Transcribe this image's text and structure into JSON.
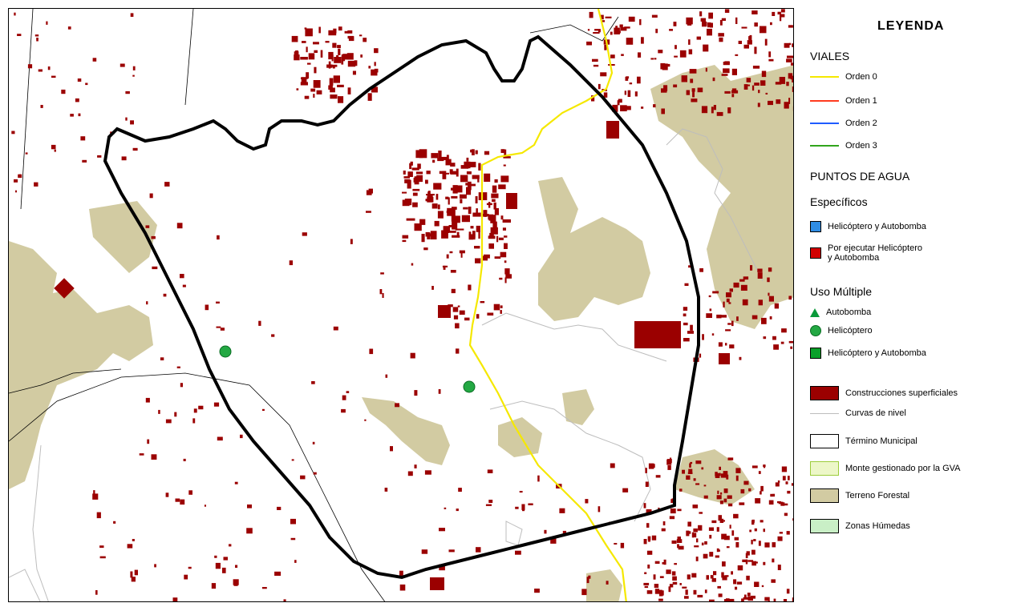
{
  "legend": {
    "title": "LEYENDA",
    "viales_heading": "VIALES",
    "viales": [
      {
        "label": "Orden 0",
        "color": "#f5e800"
      },
      {
        "label": "Orden 1",
        "color": "#ff3b1f"
      },
      {
        "label": "Orden 2",
        "color": "#1f5cff"
      },
      {
        "label": "Orden 3",
        "color": "#31a51c"
      }
    ],
    "puntos_heading": "PUNTOS DE AGUA",
    "especificos_heading": "Específicos",
    "especificos": [
      {
        "label": "Helicóptero y Autobomba",
        "color": "#2f8de4"
      },
      {
        "label": "Por ejecutar Helicóptero",
        "label2": "y Autobomba",
        "color": "#d20000"
      }
    ],
    "uso_heading": "Uso Múltiple",
    "uso": [
      {
        "label": "Autobomba",
        "icon": "triangle-icon",
        "color": "#0a9a3a"
      },
      {
        "label": "Helicóptero",
        "icon": "circle-icon",
        "color": "#23a843"
      },
      {
        "label": "Helicóptero y Autobomba",
        "icon": "square-icon",
        "color": "#0aa02a"
      }
    ],
    "areas": [
      {
        "label": "Construcciones superficiales",
        "color": "#9b0000",
        "kind": "fill"
      },
      {
        "label": "Curvas de nivel",
        "color": "#bdbdbd",
        "kind": "line"
      },
      {
        "label": "Término Municipal",
        "color": "#ffffff",
        "kind": "box"
      },
      {
        "label": "Monte gestionado por la GVA",
        "color": "#edf7c8",
        "kind": "box",
        "stroke": "#9ccc3a"
      },
      {
        "label": "Terreno Forestal",
        "color": "#d2cba2",
        "kind": "box"
      },
      {
        "label": "Zonas Húmedas",
        "color": "#c9efc6",
        "kind": "box"
      }
    ]
  },
  "map": {
    "colors": {
      "building": "#9b0000",
      "forest": "#d2cba2",
      "road_order0": "#f5e800",
      "boundary": "#000000",
      "contour": "#bdbdbd"
    }
  }
}
